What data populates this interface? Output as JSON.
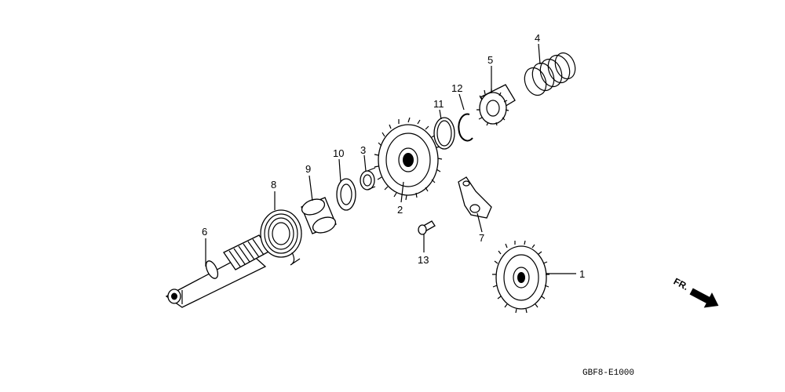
{
  "callouts": {
    "p1": "1",
    "p2": "2",
    "p3": "3",
    "p4": "4",
    "p5": "5",
    "p6": "6",
    "p7": "7",
    "p8": "8",
    "p9": "9",
    "p10": "10",
    "p11": "11",
    "p12": "12",
    "p13": "13"
  },
  "direction_label": "FR.",
  "diagram_code": "GBF8-E1000"
}
